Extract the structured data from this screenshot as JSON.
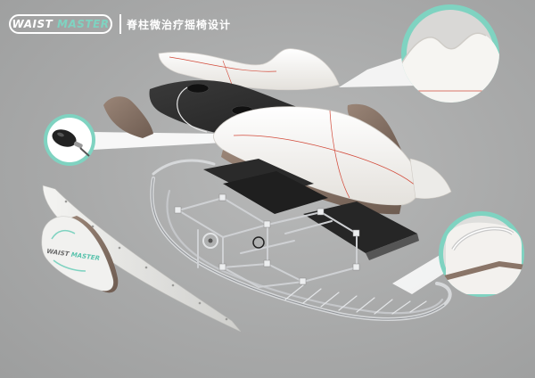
{
  "header": {
    "brand_primary": "WAIST",
    "brand_secondary": "MASTER",
    "subtitle": "脊柱微治疗摇椅设计"
  },
  "cover_logo": {
    "primary": "WAIST",
    "secondary": "MASTER"
  },
  "colors": {
    "background": "#a9aaaa",
    "accent": "#7fd3c1",
    "shell_white": "#f3f1ee",
    "shell_brown": "#8a7568",
    "panel_black": "#2a2a2a",
    "frame_metal": "#d6d8da",
    "seam_red": "#d24a3a"
  },
  "callouts": [
    {
      "name": "top-right-detail",
      "subject": "headrest-curve"
    },
    {
      "name": "left-detail",
      "subject": "hand-pump-bulb"
    },
    {
      "name": "bottom-right-detail",
      "subject": "rocker-rail-end"
    }
  ]
}
